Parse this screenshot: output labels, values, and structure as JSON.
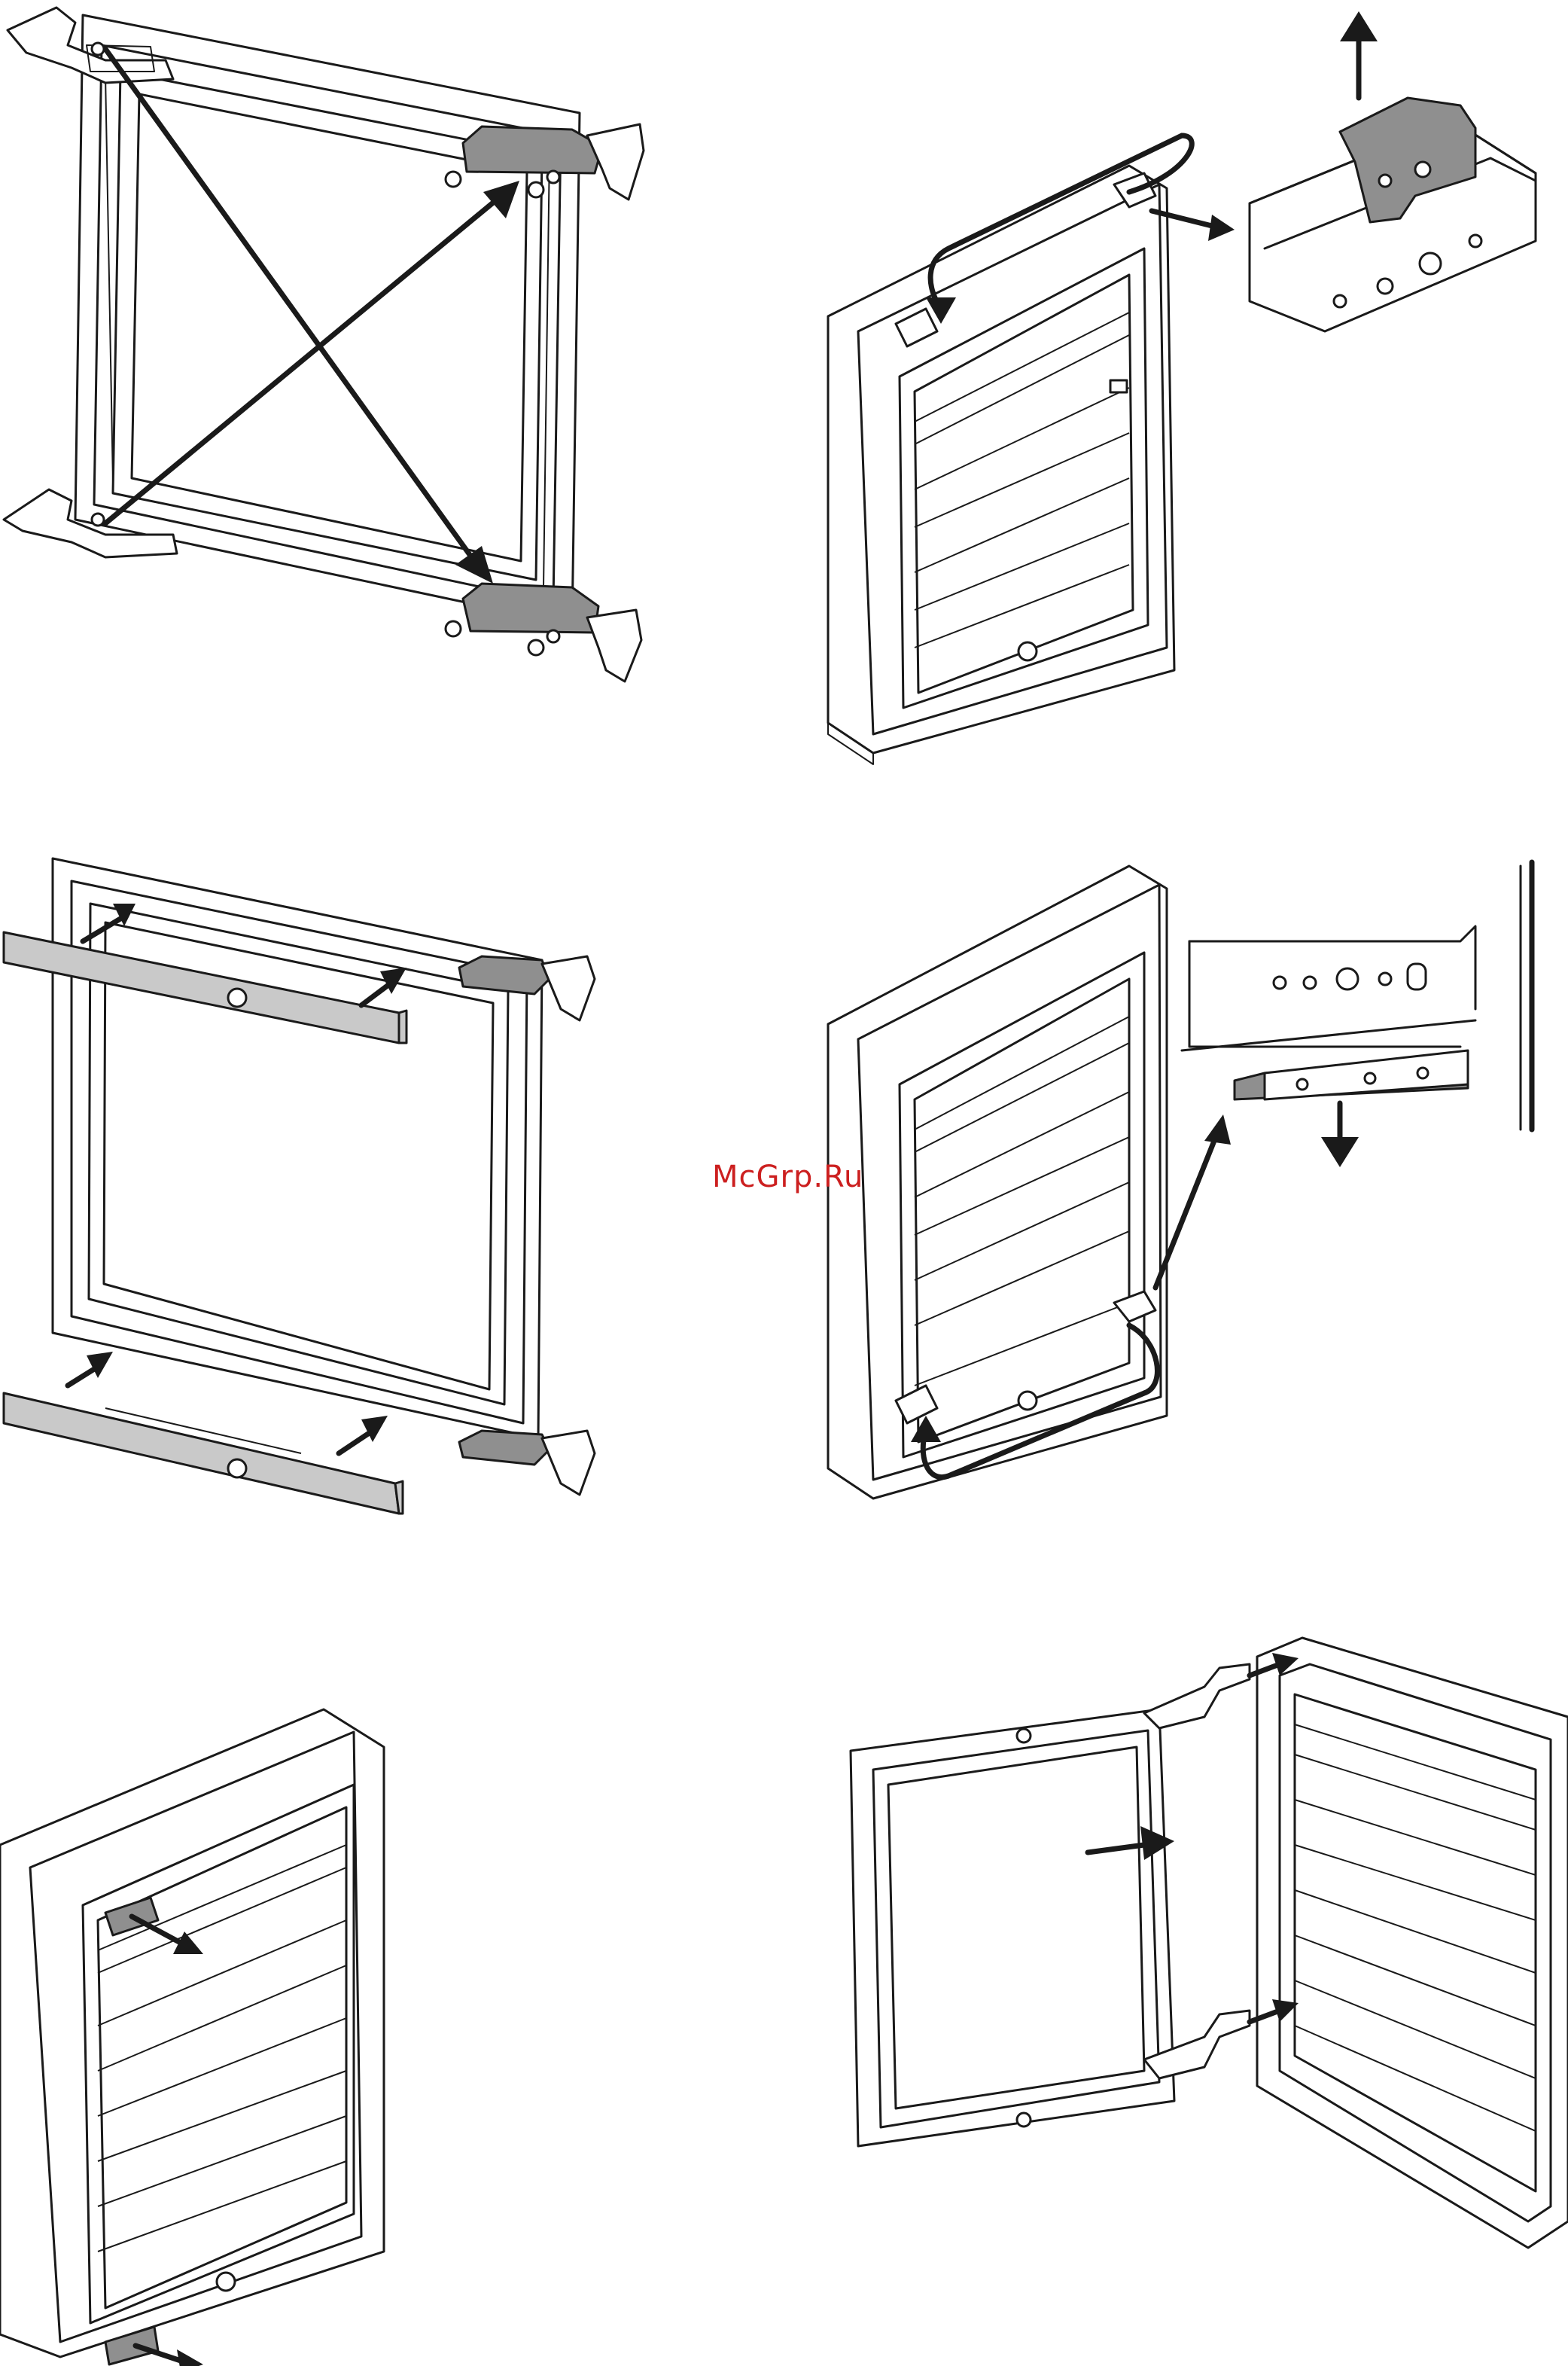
{
  "watermark": {
    "text": "McGrp.Ru",
    "color": "#cc1f1f"
  },
  "diagram": {
    "panels": [
      {
        "id": "door-hinge-swap",
        "depicts": "door-frame-with-hinges"
      },
      {
        "id": "remove-top-hinge-plate",
        "depicts": "cabinet-top-hinge-plate"
      },
      {
        "id": "mount-trim-strips",
        "depicts": "door-frame-with-trim"
      },
      {
        "id": "remove-bottom-hinge-plate",
        "depicts": "cabinet-bottom-hinge-plate"
      },
      {
        "id": "remove-covers",
        "depicts": "cabinet-covers"
      },
      {
        "id": "attach-door",
        "depicts": "door-and-cabinet"
      }
    ],
    "colors": {
      "line": "#1a1a1a",
      "part_fill": "#8f8f8f",
      "trim_fill": "#c9c9c9",
      "background": "#ffffff"
    }
  }
}
